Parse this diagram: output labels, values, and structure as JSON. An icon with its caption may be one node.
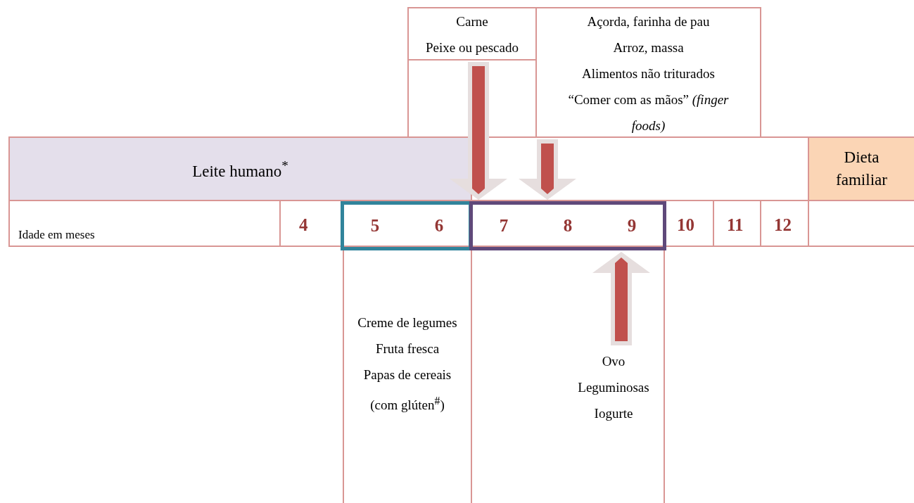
{
  "diagram": {
    "nodes": [
      {
        "text": [
          "Carne",
          "Peixe ou pescado"
        ]
      },
      {
        "text": [
          "Açorda, farinha de pau",
          "Arroz, massa",
          "Alimentos não triturados",
          "“Comer com as mãos” *(finger foods)*"
        ]
      },
      {
        "text": [
          "Leite humano$^{*}$"
        ]
      },
      {
        "text": [
          "Dieta familiar"
        ]
      },
      {
        "text": [
          "5",
          "6"
        ]
      },
      {
        "text": [
          "7",
          "8",
          "9"
        ]
      },
      {
        "text": [
          "Creme de legumes",
          "Fruta fresca",
          "Papas de cereais (com glúten$^{#}$)"
        ]
      },
      {
        "text": [
          "Ovo",
          "Leguminosas",
          "Iogurte"
        ]
      }
    ],
    "edges": [
      {
        "from": 0,
        "to": 5,
        "arrow": "to"
      },
      {
        "from": 1,
        "to": 5,
        "arrow": "to"
      },
      {
        "from": 7,
        "to": 5,
        "arrow": "to"
      }
    ],
    "labels": [
      "Idade em meses",
      "4",
      "10",
      "11",
      "12"
    ]
  }
}
